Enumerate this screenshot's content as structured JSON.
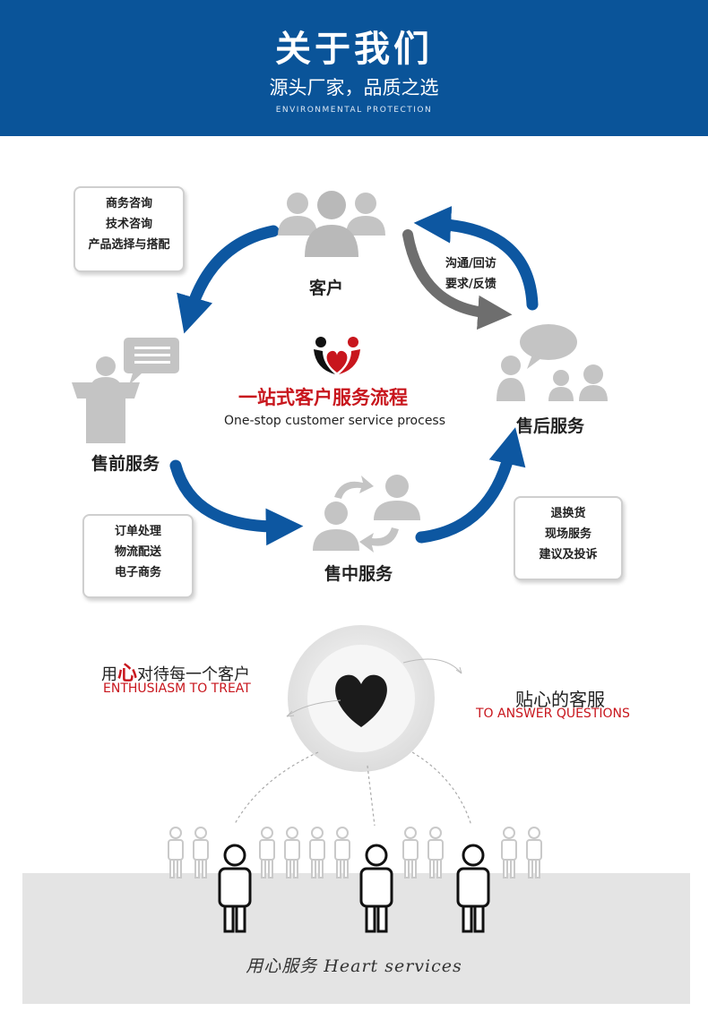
{
  "banner": {
    "title": "关于我们",
    "subtitle": "源头厂家，品质之选",
    "english": "ENVIRONMENTAL PROTECTION"
  },
  "process": {
    "center_title": "一站式客户服务流程",
    "center_subtitle": "One-stop customer service process",
    "customer_label": "客户",
    "presale_label": "售前服务",
    "midsale_label": "售中服务",
    "aftersale_label": "售后服务",
    "feedback_line1": "沟通/回访",
    "feedback_line2": "要求/反馈",
    "box_presale": [
      "商务咨询",
      "技术咨询",
      "产品选择与搭配"
    ],
    "box_midsale": [
      "订单处理",
      "物流配送",
      "电子商务"
    ],
    "box_aftersale": [
      "退换货",
      "现场服务",
      "建议及投诉"
    ]
  },
  "service": {
    "left_cn_prefix": "用",
    "left_cn_accent": "心",
    "left_cn_rest": "对待每一个客户",
    "left_en": "ENTHUSIASM TO TREAT",
    "right_cn": "贴心的客服",
    "right_en": "TO ANSWER QUESTIONS",
    "footer": "用心服务 Heart services"
  },
  "colors": {
    "banner_blue": "#0a5499",
    "arrow_blue": "#0d57a1",
    "accent_red": "#c8161d",
    "icon_gray": "#c4c4c4",
    "arrow_gray": "#6e6e6e"
  }
}
